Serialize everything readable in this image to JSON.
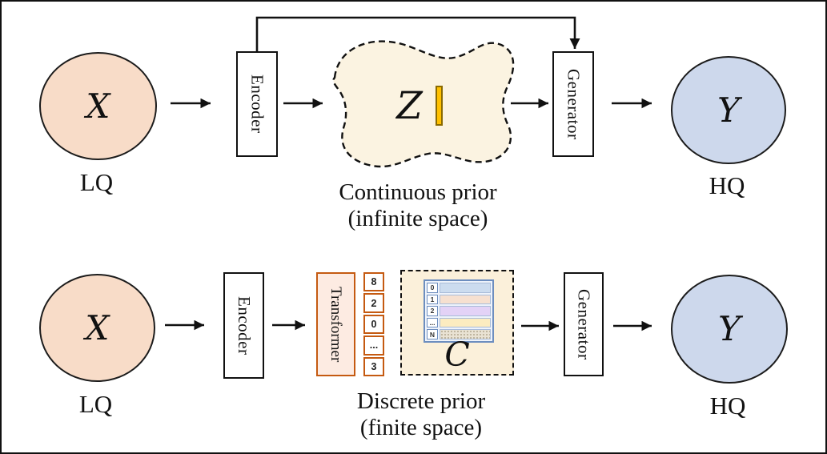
{
  "colors": {
    "line": "#111111",
    "lq_fill": "#f8dcc8",
    "hq_fill": "#cdd8ec",
    "prior_blob_fill": "#fbf3e1",
    "codebook_fill": "#fbf0da",
    "transformer_fill": "#fdebe2",
    "orange_accent": "#c55a11",
    "latent_bar_fill": "#ffc000"
  },
  "top_row": {
    "input_symbol": "X",
    "input_label": "LQ",
    "encoder_label": "Encoder",
    "latent_symbol": "Z",
    "generator_label": "Generator",
    "output_symbol": "Y",
    "output_label": "HQ",
    "caption_line1": "Continuous prior",
    "caption_line2": "(infinite space)"
  },
  "bottom_row": {
    "input_symbol": "X",
    "input_label": "LQ",
    "encoder_label": "Encoder",
    "transformer_label": "Transformer",
    "tokens": [
      "8",
      "2",
      "0",
      "...",
      "3"
    ],
    "codebook": {
      "symbol": "C",
      "rows": [
        {
          "index": "0",
          "color": "#ccdcef"
        },
        {
          "index": "1",
          "color": "#f6e0d0"
        },
        {
          "index": "2",
          "color": "#e3d2f6"
        },
        {
          "index": "...",
          "color": "#fcecc0"
        },
        {
          "index": "N",
          "color": "#e9e2d3"
        }
      ]
    },
    "generator_label": "Generator",
    "output_symbol": "Y",
    "output_label": "HQ",
    "caption_line1": "Discrete prior",
    "caption_line2": "(finite space)"
  }
}
